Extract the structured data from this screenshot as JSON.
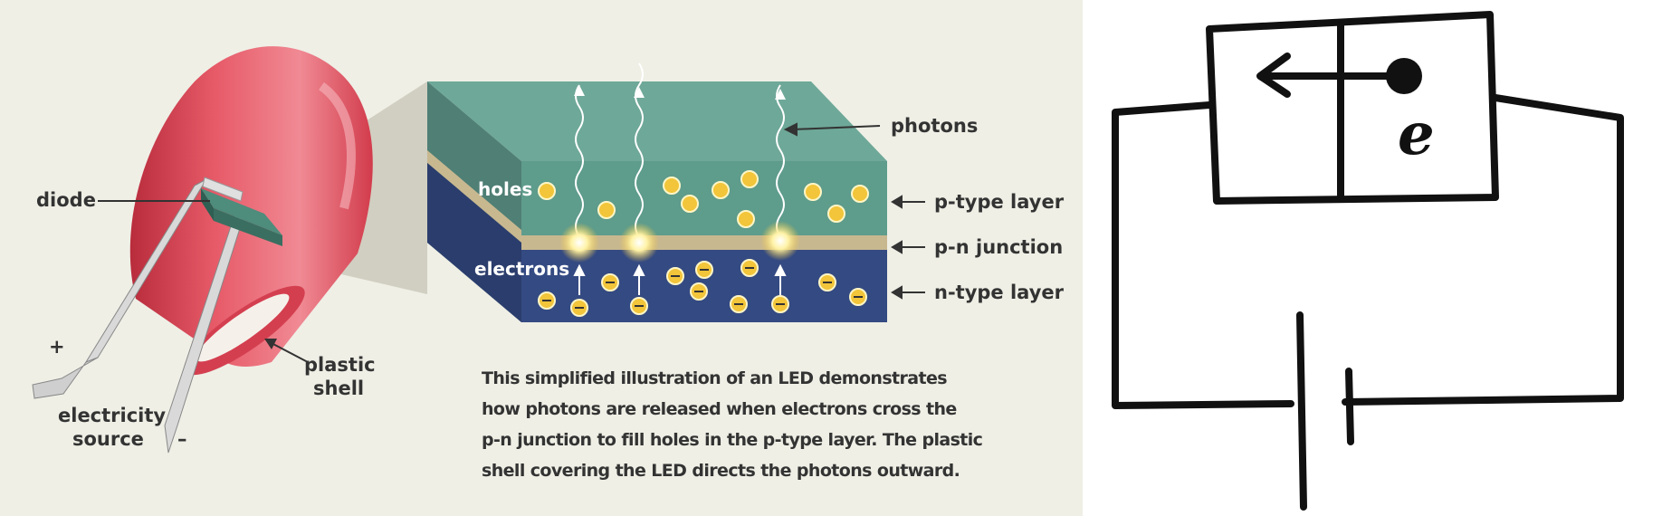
{
  "led_diagram": {
    "labels": {
      "diode": "diode",
      "plus": "+",
      "minus": "–",
      "electricity_source_1": "electricity",
      "electricity_source_2": "source",
      "plastic_shell_1": "plastic",
      "plastic_shell_2": "shell",
      "photons": "photons",
      "holes": "holes",
      "electrons": "electrons",
      "p_type_layer": "p-type layer",
      "pn_junction": "p-n junction",
      "n_type_layer": "n-type layer"
    },
    "caption": [
      "This simplified illustration of an LED demonstrates",
      "how photons are released when electrons cross the",
      "p-n junction to fill holes in the p-type layer. The plastic",
      "shell covering the LED directs the photons outward."
    ],
    "colors": {
      "shell": "#e04a5a",
      "p_layer": "#5e9c8c",
      "top_face": "#6ea898",
      "junction": "#c8b890",
      "n_layer": "#344a82",
      "particle": "#f2c53a"
    }
  },
  "circuit_sketch": {
    "electron_label": "e"
  }
}
